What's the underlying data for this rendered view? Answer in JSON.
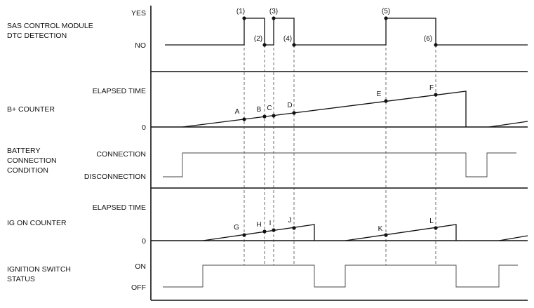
{
  "rows": {
    "sas": {
      "label_lines": [
        "SAS CONTROL MODULE",
        "DTC DETECTION"
      ],
      "levels": {
        "high": "YES",
        "low": "NO"
      },
      "events": [
        "(1)",
        "(2)",
        "(3)",
        "(4)",
        "(5)",
        "(6)"
      ]
    },
    "bplus": {
      "label": "B+ COUNTER",
      "levels": {
        "high": "ELAPSED TIME",
        "zero": "0"
      },
      "points": [
        "A",
        "B",
        "C",
        "D",
        "E",
        "F"
      ]
    },
    "battery": {
      "label_lines": [
        "BATTERY",
        "CONNECTION",
        "CONDITION"
      ],
      "levels": {
        "high": "CONNECTION",
        "low": "DISCONNECTION"
      }
    },
    "ig": {
      "label": "IG ON COUNTER",
      "levels": {
        "high": "ELAPSED TIME",
        "zero": "0"
      },
      "points": [
        "G",
        "H",
        "I",
        "J",
        "K",
        "L"
      ]
    },
    "ignition": {
      "label_lines": [
        "IGNITION SWITCH",
        "STATUS"
      ],
      "levels": {
        "high": "ON",
        "low": "OFF"
      }
    }
  }
}
